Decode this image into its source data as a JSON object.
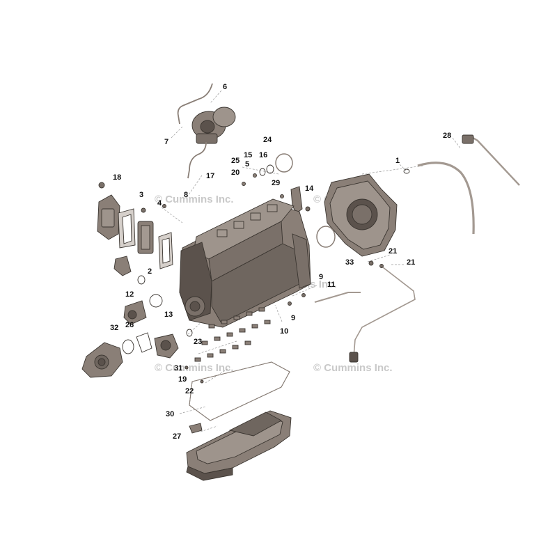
{
  "watermark": "© Cummins Inc.",
  "colors": {
    "background": "#ffffff",
    "part_fill": "#8a7f77",
    "part_dark": "#5b524c",
    "part_light": "#b3aaa3",
    "outline": "#3a3530",
    "callout_text": "#111111",
    "watermark_text": "#c9c9c9"
  },
  "callouts": {
    "c1": "1",
    "c2": "2",
    "c3": "3",
    "c4": "4",
    "c5": "5",
    "c6": "6",
    "c7": "7",
    "c8": "8",
    "c9a": "9",
    "c9b": "9",
    "c10": "10",
    "c11": "11",
    "c12": "12",
    "c13": "13",
    "c14": "14",
    "c15": "15",
    "c16": "16",
    "c17": "17",
    "c18": "18",
    "c19": "19",
    "c20": "20",
    "c21a": "21",
    "c21b": "21",
    "c22": "22",
    "c23": "23",
    "c24": "24",
    "c25": "25",
    "c26": "26",
    "c27": "27",
    "c28": "28",
    "c29": "29",
    "c30": "30",
    "c31": "31",
    "c32": "32",
    "c33": "33"
  }
}
